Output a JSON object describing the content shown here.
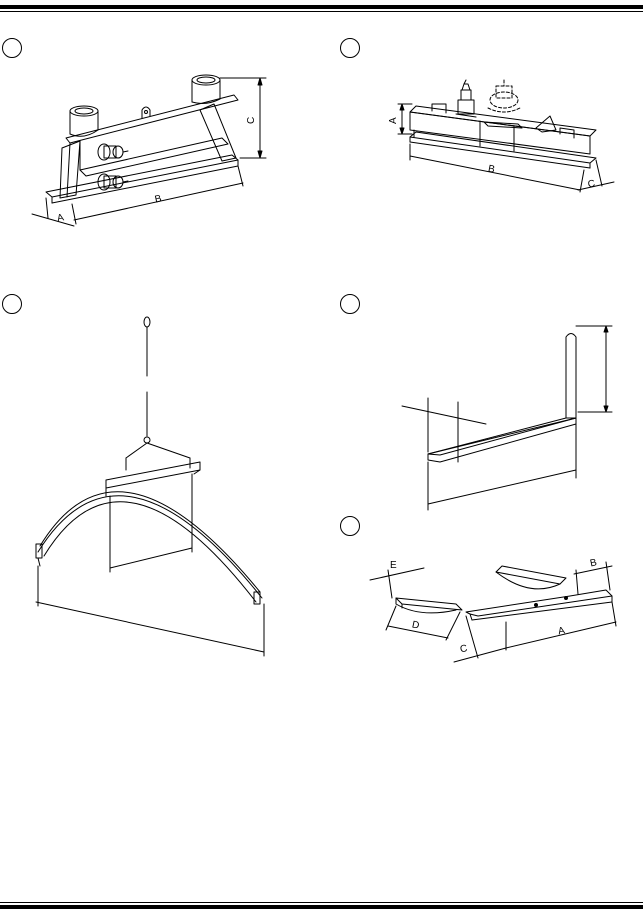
{
  "figures": [
    {
      "id": "fig1",
      "number": "",
      "labels": {
        "a": "A",
        "b": "B",
        "c": "C"
      }
    },
    {
      "id": "fig2",
      "number": "",
      "labels": {
        "a": "A",
        "b": "B",
        "c": "C"
      }
    },
    {
      "id": "fig3",
      "number": "",
      "labels": {}
    },
    {
      "id": "fig4",
      "number": "",
      "labels": {}
    },
    {
      "id": "fig5",
      "number": "",
      "labels": {
        "a": "A",
        "b": "B",
        "c": "C",
        "d": "D",
        "e": "E"
      }
    }
  ]
}
